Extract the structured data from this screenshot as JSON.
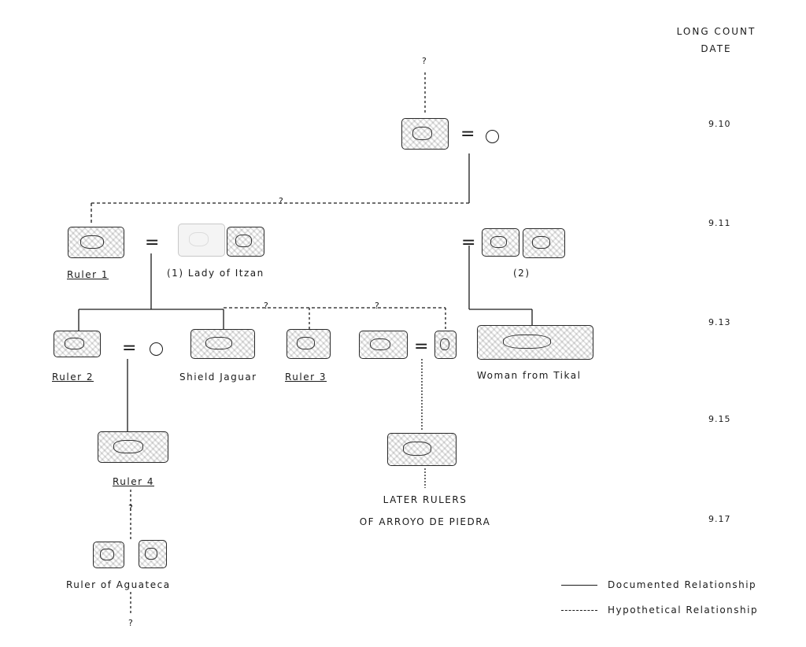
{
  "header": {
    "line1": "LONG COUNT",
    "line2": "DATE"
  },
  "dates": [
    "9.10",
    "9.11",
    "9.13",
    "9.15",
    "9.17"
  ],
  "people": {
    "ruler1": "Ruler 1",
    "lady_itzan": "(1) Lady of Itzan",
    "wife2": "(2)",
    "ruler2": "Ruler 2",
    "shield_jaguar": "Shield Jaguar",
    "ruler3": "Ruler 3",
    "woman_tikal": "Woman from Tikal",
    "ruler4": "Ruler 4",
    "later_rulers_line1": "LATER RULERS",
    "later_rulers_line2": "OF ARROYO DE PIEDRA",
    "ruler_aguateca": "Ruler of Aguateca"
  },
  "symbols": {
    "equals": "=",
    "question": "?"
  },
  "legend": {
    "documented": "Documented Relationship",
    "hypothetical": "Hypothetical Relationship"
  }
}
